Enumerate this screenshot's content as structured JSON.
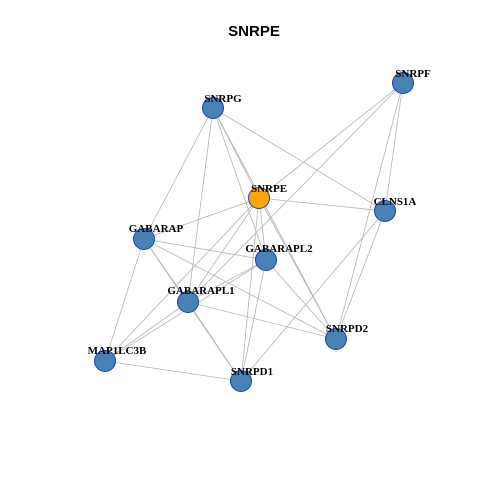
{
  "title": "SNRPE",
  "colors": {
    "node": "#4682b4",
    "highlight": "#ffa500",
    "node_border": "#1f3fbf",
    "edge": "#b4b4b4"
  },
  "nodes": [
    {
      "id": "SNRPF",
      "label": "SNRPF",
      "highlight": false
    },
    {
      "id": "SNRPG",
      "label": "SNRPG",
      "highlight": false
    },
    {
      "id": "SNRPE",
      "label": "SNRPE",
      "highlight": true
    },
    {
      "id": "CLNS1A",
      "label": "CLNS1A",
      "highlight": false
    },
    {
      "id": "GABARAP",
      "label": "GABARAP",
      "highlight": false
    },
    {
      "id": "GABARAPL2",
      "label": "GABARAPL2",
      "highlight": false
    },
    {
      "id": "GABARAPL1",
      "label": "GABARAPL1",
      "highlight": false
    },
    {
      "id": "SNRPD2",
      "label": "SNRPD2",
      "highlight": false
    },
    {
      "id": "MAP1LC3B",
      "label": "MAP1LC3B",
      "highlight": false
    },
    {
      "id": "SNRPD1",
      "label": "SNRPD1",
      "highlight": false
    }
  ],
  "edges": [
    [
      "SNRPF",
      "SNRPE"
    ],
    [
      "SNRPF",
      "CLNS1A"
    ],
    [
      "SNRPF",
      "SNRPD2"
    ],
    [
      "SNRPF",
      "GABARAPL1"
    ],
    [
      "SNRPG",
      "SNRPE"
    ],
    [
      "SNRPG",
      "CLNS1A"
    ],
    [
      "SNRPG",
      "GABARAP"
    ],
    [
      "SNRPG",
      "GABARAPL1"
    ],
    [
      "SNRPG",
      "SNRPD2"
    ],
    [
      "SNRPG",
      "GABARAPL2"
    ],
    [
      "SNRPE",
      "CLNS1A"
    ],
    [
      "SNRPE",
      "GABARAP"
    ],
    [
      "SNRPE",
      "GABARAPL2"
    ],
    [
      "SNRPE",
      "GABARAPL1"
    ],
    [
      "SNRPE",
      "SNRPD2"
    ],
    [
      "SNRPE",
      "SNRPD1"
    ],
    [
      "SNRPE",
      "MAP1LC3B"
    ],
    [
      "CLNS1A",
      "SNRPD2"
    ],
    [
      "CLNS1A",
      "SNRPD1"
    ],
    [
      "GABARAP",
      "GABARAPL2"
    ],
    [
      "GABARAP",
      "GABARAPL1"
    ],
    [
      "GABARAP",
      "MAP1LC3B"
    ],
    [
      "GABARAP",
      "SNRPD1"
    ],
    [
      "GABARAP",
      "SNRPD2"
    ],
    [
      "GABARAPL2",
      "GABARAPL1"
    ],
    [
      "GABARAPL2",
      "SNRPD1"
    ],
    [
      "GABARAPL2",
      "SNRPD2"
    ],
    [
      "GABARAPL2",
      "MAP1LC3B"
    ],
    [
      "GABARAPL1",
      "MAP1LC3B"
    ],
    [
      "GABARAPL1",
      "SNRPD1"
    ],
    [
      "GABARAPL1",
      "SNRPD2"
    ],
    [
      "MAP1LC3B",
      "SNRPD1"
    ]
  ]
}
